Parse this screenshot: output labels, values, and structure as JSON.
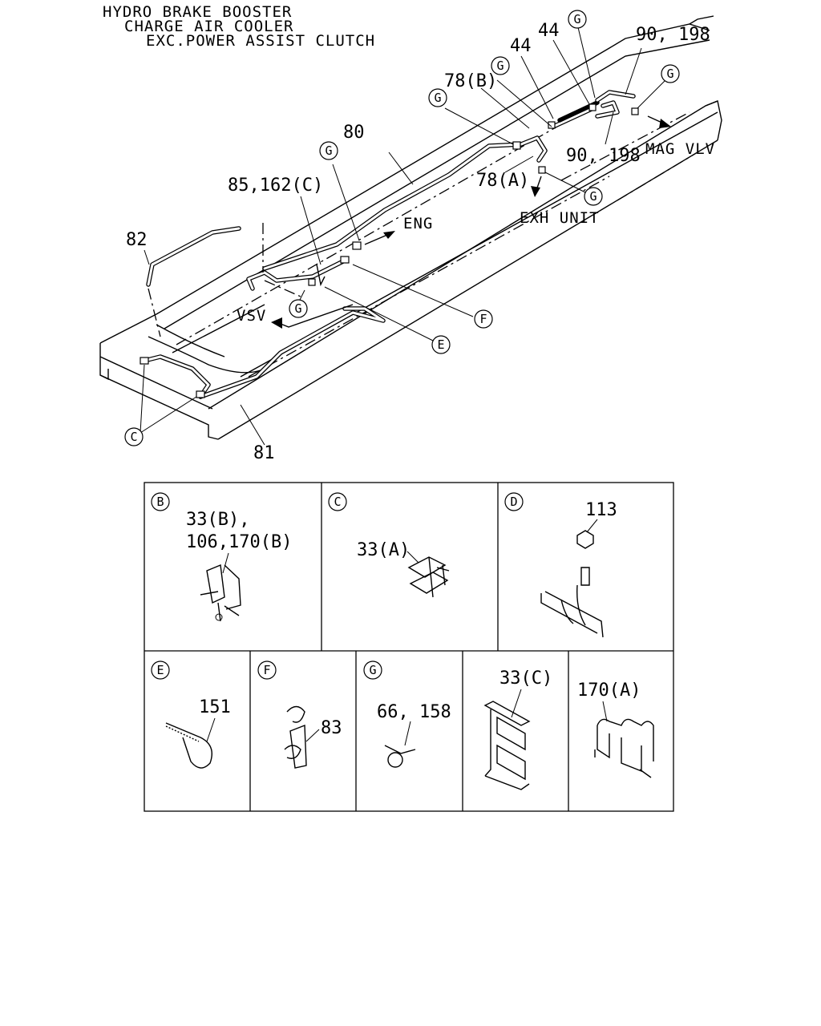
{
  "header": {
    "line1": "HYDRO BRAKE BOOSTER",
    "line2": "CHARGE AIR COOLER",
    "line3": "EXC.POWER ASSIST CLUTCH"
  },
  "main": {
    "part_labels": {
      "p82": "82",
      "p80": "80",
      "p81": "81",
      "p85": "85,162(C)",
      "p78b": "78(B)",
      "p78a": "78(A)",
      "p44a": "44",
      "p44b": "44",
      "p90a": "90, 198",
      "p90b": "90, 198"
    },
    "destinations": {
      "eng": "ENG",
      "vsv": "VSV",
      "exh": "EXH UNIT",
      "mag": "MAG VLV"
    },
    "callouts": {
      "g": "G",
      "c": "C",
      "e": "E",
      "f": "F"
    }
  },
  "details": {
    "b": {
      "letter": "B",
      "label1": "33(B),",
      "label2": "106,170(B)"
    },
    "c": {
      "letter": "C",
      "label": "33(A)"
    },
    "d": {
      "letter": "D",
      "label": "113"
    },
    "e": {
      "letter": "E",
      "label": "151"
    },
    "f": {
      "letter": "F",
      "label": "83"
    },
    "g": {
      "letter": "G",
      "label": "66, 158"
    },
    "h": {
      "label": "33(C)"
    },
    "i": {
      "label": "170(A)"
    }
  }
}
